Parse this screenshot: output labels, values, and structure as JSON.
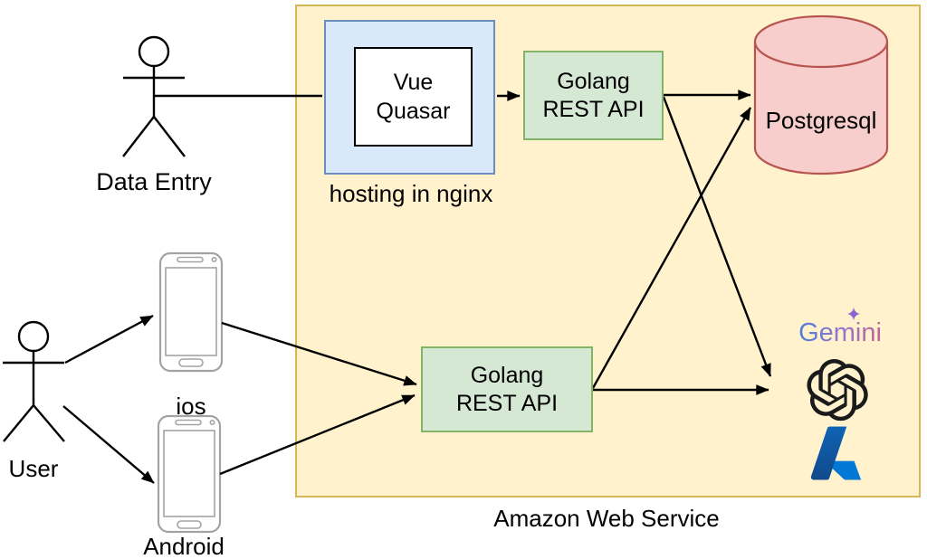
{
  "boundary": {
    "label": "Amazon Web Service"
  },
  "actors": {
    "data_entry": {
      "label": "Data Entry"
    },
    "user": {
      "label": "User"
    }
  },
  "devices": {
    "ios": {
      "label": "ios"
    },
    "android": {
      "label": "Android"
    }
  },
  "nodes": {
    "frontend": {
      "label": "Vue\nQuasar",
      "caption": "hosting in nginx"
    },
    "api_web": {
      "label": "Golang\nREST API"
    },
    "api_mobile": {
      "label": "Golang\nREST API"
    },
    "database": {
      "label": "Postgresql"
    }
  },
  "ai_services": {
    "gemini": {
      "label": "Gemini",
      "icon": "gemini-sparkle-icon"
    },
    "openai": {
      "icon": "openai-logo-icon"
    },
    "azure": {
      "icon": "azure-logo-icon"
    }
  },
  "colors": {
    "boundary_fill": "#fff2cc",
    "boundary_border": "#d6b656",
    "frontend_fill": "#dae8fc",
    "frontend_border": "#6c8ebf",
    "api_fill": "#d5e8d4",
    "api_border": "#82b366",
    "db_fill": "#f8cecc",
    "db_border": "#b85450",
    "phone_outline": "#a3a3a3",
    "line_color": "#000000",
    "gemini_blue": "#4683d9",
    "gemini_purple": "#9b72cb",
    "gemini_pink": "#c85f8e",
    "gemini_star": "#8e63ce",
    "azure_dark": "#114a8b",
    "azure_mid": "#0669bc",
    "azure_flat": "#0078d4",
    "azure_light": "#3ccbf4",
    "azure_light2": "#2892df",
    "openai_black": "#1a1a1a"
  }
}
